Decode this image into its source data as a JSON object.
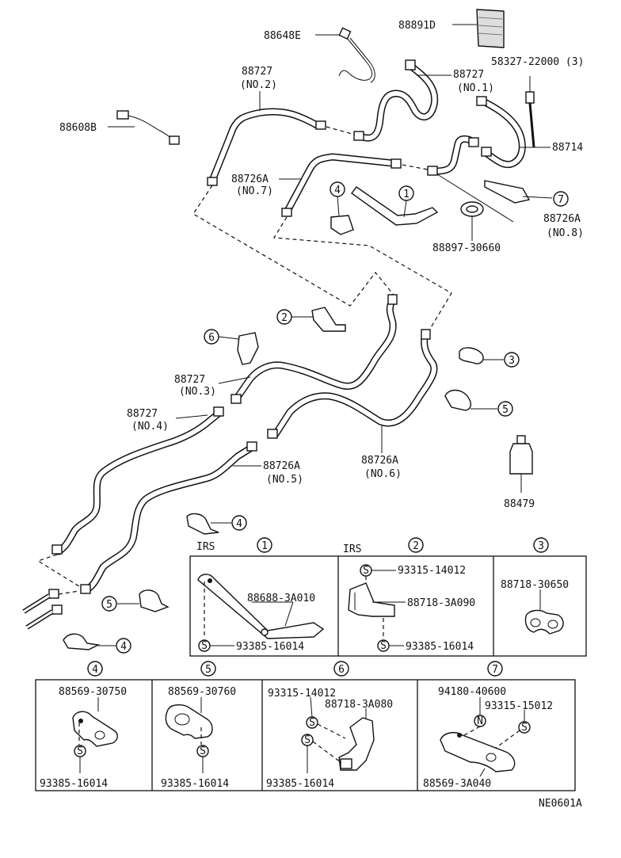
{
  "diagram": {
    "code": "NE0601A",
    "labels": {
      "p88891d": "88891D",
      "p88648e": "88648E",
      "p58327": "58327-22000 (3)",
      "p88727_no2_a": "88727",
      "p88727_no2_b": "(NO.2)",
      "p88727_no1_a": "88727",
      "p88727_no1_b": "(NO.1)",
      "p88608b": "88608B",
      "p88714": "88714",
      "p88726a_no7_a": "88726A",
      "p88726a_no7_b": "(NO.7)",
      "p88726a_no8_a": "88726A",
      "p88726a_no8_b": "(NO.8)",
      "p88897": "88897-30660",
      "p88727_no3_a": "88727",
      "p88727_no3_b": "(NO.3)",
      "p88727_no4_a": "88727",
      "p88727_no4_b": "(NO.4)",
      "p88726a_no5_a": "88726A",
      "p88726a_no5_b": "(NO.5)",
      "p88726a_no6_a": "88726A",
      "p88726a_no6_b": "(NO.6)",
      "p88479": "88479"
    },
    "callouts": {
      "c1": "1",
      "c2": "2",
      "c3": "3",
      "c4": "4",
      "c5": "5",
      "c6": "6",
      "c7": "7"
    },
    "insets": {
      "irs": "IRS",
      "box1": {
        "num": "1",
        "part_a": "88688-3A010",
        "part_b": "93385-16014",
        "sym": "S"
      },
      "box2": {
        "num": "2",
        "part_a": "93315-14012",
        "part_b": "88718-3A090",
        "part_c": "93385-16014",
        "sym": "S"
      },
      "box3": {
        "num": "3",
        "part_a": "88718-30650"
      },
      "box4": {
        "num": "4",
        "part_a": "88569-30750",
        "part_b": "93385-16014",
        "sym": "S"
      },
      "box5": {
        "num": "5",
        "part_a": "88569-30760",
        "part_b": "93385-16014",
        "sym": "S"
      },
      "box6": {
        "num": "6",
        "part_a": "93315-14012",
        "part_b": "88718-3A080",
        "part_c": "93385-16014",
        "sym": "S"
      },
      "box7": {
        "num": "7",
        "part_a": "94180-40600",
        "part_b": "93315-15012",
        "part_c": "88569-3A040",
        "sym_n": "N",
        "sym": "S"
      }
    }
  }
}
